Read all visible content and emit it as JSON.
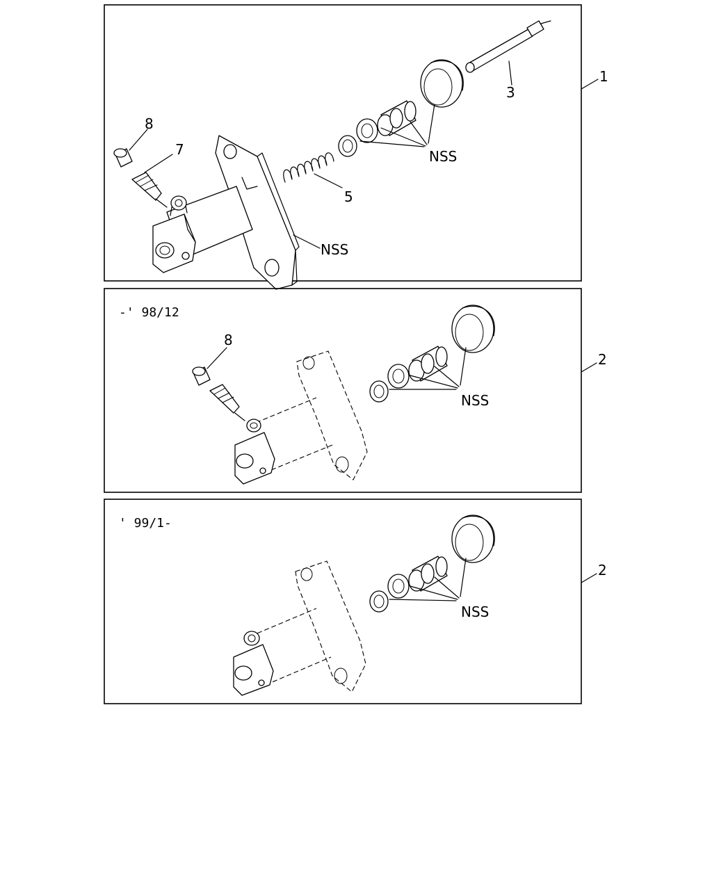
{
  "panels": [
    {
      "ref": "1",
      "date_code": "",
      "callouts": {
        "pushrod": "3",
        "spring": "5",
        "bleeder_screw": "7",
        "bleeder_cap": "8",
        "seal_kit": "NSS",
        "body": "NSS"
      }
    },
    {
      "ref": "2",
      "date_code": "-' 98/12",
      "callouts": {
        "bleeder_cap": "8",
        "seal_kit": "NSS"
      }
    },
    {
      "ref": "2",
      "date_code": "' 99/1-",
      "callouts": {
        "seal_kit": "NSS"
      }
    }
  ]
}
